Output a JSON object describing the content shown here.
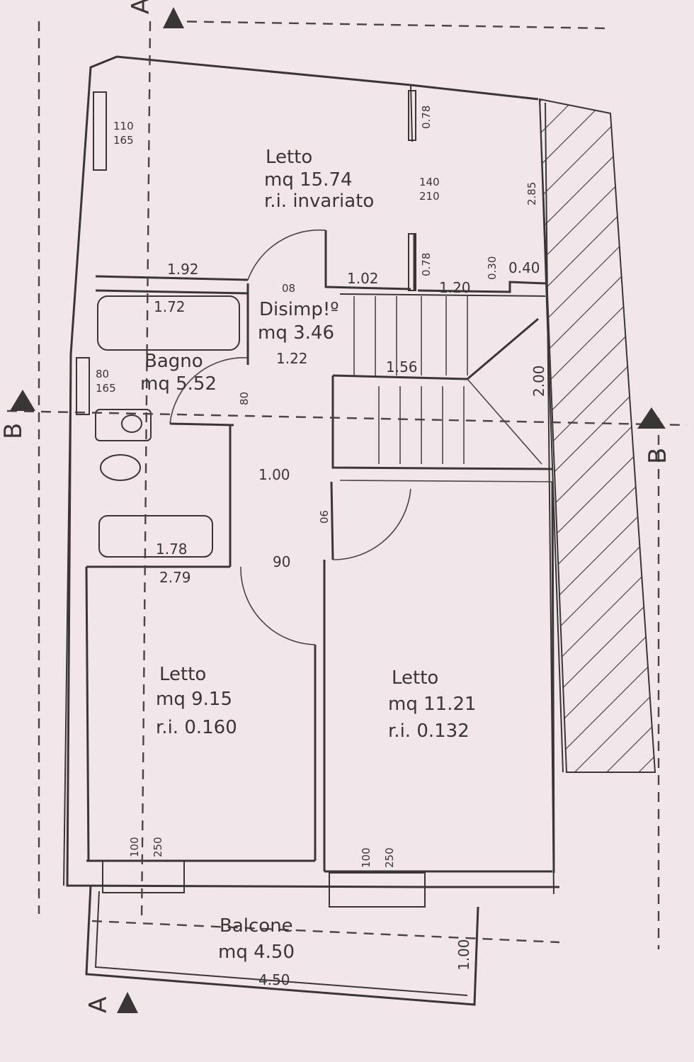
{
  "rooms": {
    "letto_top": {
      "name": "Letto",
      "area": "mq 15.74",
      "ri": "r.i. invariato"
    },
    "disimpegno": {
      "name": "Disimp!º",
      "area": "mq 3.46"
    },
    "bagno": {
      "name": "Bagno",
      "area": "mq 5.52"
    },
    "letto_left": {
      "name": "Letto",
      "area": "mq 9.15",
      "ri": "r.i.  0.160"
    },
    "letto_right": {
      "name": "Letto",
      "area": "mq 11.21",
      "ri": "r.i.  0.132"
    },
    "balcone": {
      "name": "Balcone",
      "area": "mq 4.50"
    }
  },
  "dimensions": {
    "d_192": "1.92",
    "d_102": "1.02",
    "d_120": "1.20",
    "d_030": "0.30",
    "d_040": "0.40",
    "d_172": "1.72",
    "d_122": "1.22",
    "d_156": "1.56",
    "d_200": "2.00",
    "d_100": "1.00",
    "d_178": "1.78",
    "d_279": "2.79",
    "d_450": "4.50",
    "d_100b": "1.00",
    "d_285": "2.85",
    "d_078a": "0.78",
    "d_078b": "0.78",
    "d_80": "80",
    "d_90a": "90",
    "d_90b": "90",
    "d_08": "08"
  },
  "openings": {
    "win_tl_top": "110",
    "win_tl_bot": "165",
    "door_top_top": "140",
    "door_top_bot": "210",
    "win_bagno_top": "80",
    "win_bagno_bot": "165",
    "win_bl_top": "100",
    "win_bl_bot": "250",
    "win_br_top": "100",
    "win_br_bot": "250"
  },
  "sections": {
    "a_top": "A",
    "a_bottom": "A",
    "b_left": "B",
    "b_right": "B"
  }
}
